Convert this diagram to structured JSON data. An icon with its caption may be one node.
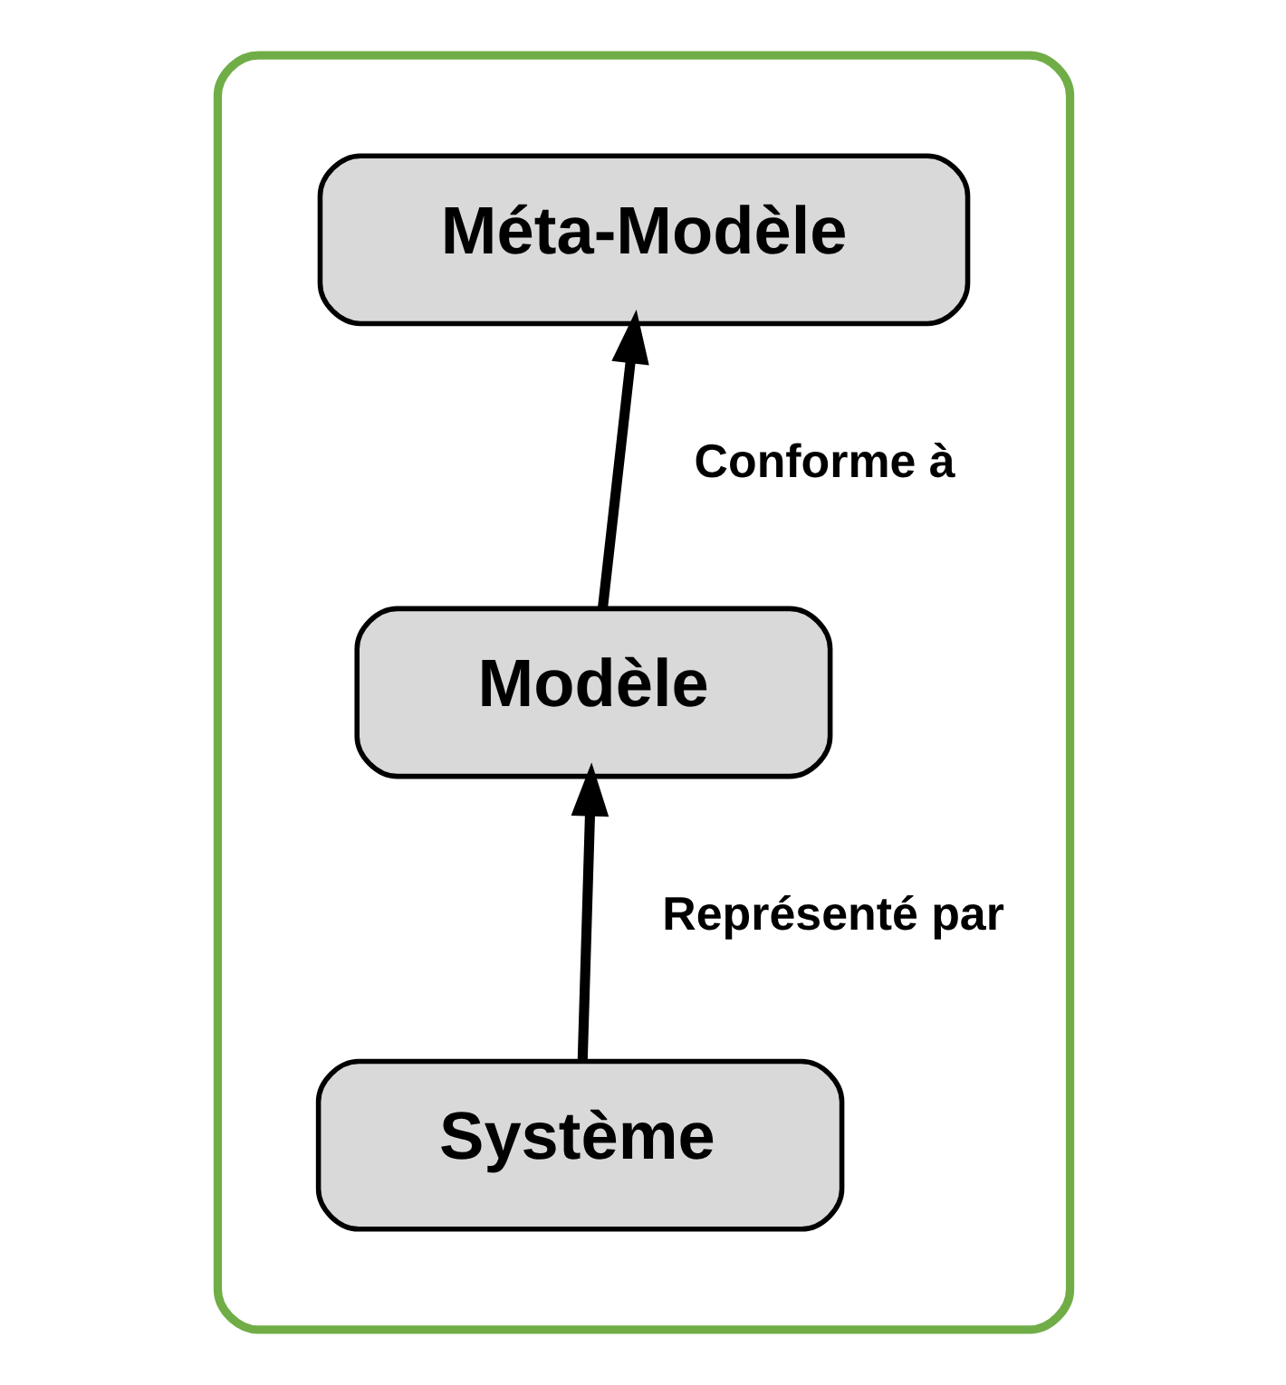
{
  "diagram": {
    "nodes": [
      {
        "text": [],
        "shape": "box"
      },
      {
        "text": [
          "Méta-Modèle"
        ],
        "in": 0
      },
      {
        "text": [
          "Modèle"
        ],
        "in": 0
      },
      {
        "text": [
          "Système"
        ],
        "in": 0
      }
    ],
    "edges": [
      {
        "from": 3,
        "to": 2,
        "arrow": "to",
        "label": "Représenté par"
      },
      {
        "from": 2,
        "to": 1,
        "arrow": "to",
        "label": "Conforme à"
      }
    ]
  }
}
